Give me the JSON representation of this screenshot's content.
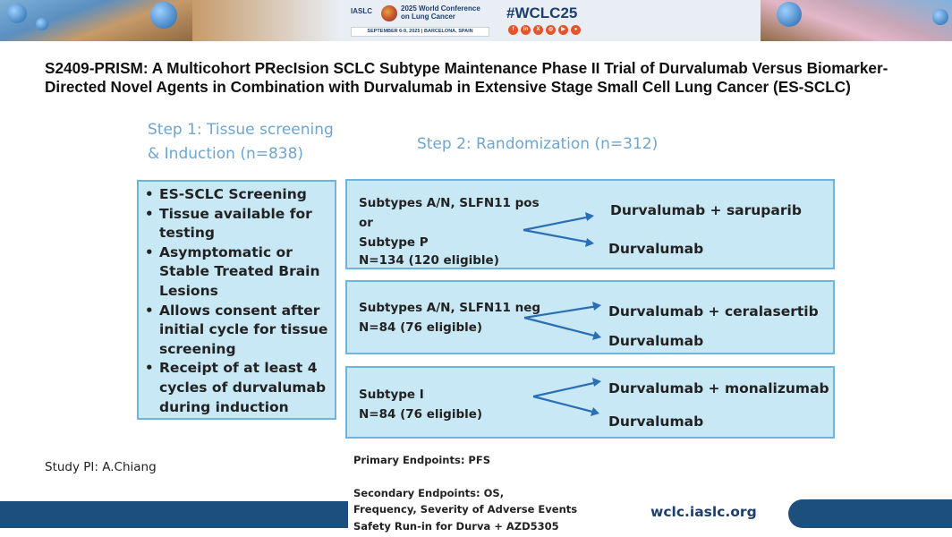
{
  "banner": {
    "org": "IASLC",
    "conference": "2025 World Conference on Lung Cancer",
    "date_location": "SEPTEMBER 6-9, 2025 | BARCELONA, SPAIN",
    "hashtag": "#WCLC25",
    "socials": [
      {
        "icon": "facebook-icon",
        "glyph": "f"
      },
      {
        "icon": "linkedin-icon",
        "glyph": "in"
      },
      {
        "icon": "x-icon",
        "glyph": "X"
      },
      {
        "icon": "instagram-icon",
        "glyph": "◎"
      },
      {
        "icon": "youtube-icon",
        "glyph": "▶"
      },
      {
        "icon": "wechat-icon",
        "glyph": "●"
      }
    ],
    "accent_color": "#e2562b"
  },
  "title": "S2409-PRISM: A Multicohort PRecIsion SCLC Subtype Maintenance Phase II  Trial of Durvalumab Versus Biomarker-Directed Novel Agents in Combination with Durvalumab in Extensive Stage Small Cell Lung Cancer (ES-SCLC)",
  "step1": {
    "line1": "Step 1: Tissue screening",
    "line2": "& Induction (n=838)"
  },
  "step2": "Step 2: Randomization (n=312)",
  "criteria": [
    "ES-SCLC Screening",
    "Tissue available for testing",
    "Asymptomatic or Stable Treated Brain Lesions",
    "Allows consent after initial cycle for tissue screening",
    "Receipt of at least 4 cycles of durvalumab during induction"
  ],
  "arms": [
    {
      "lines": [
        "Subtypes  A/N, SLFN11 pos",
        "or",
        "Subtype   P",
        "N=134 (120 eligible)"
      ],
      "outcomes": [
        "Durvalumab + saruparib",
        "Durvalumab"
      ]
    },
    {
      "lines": [
        "Subtypes  A/N, SLFN11 neg",
        "N=84 (76 eligible)"
      ],
      "outcomes": [
        "Durvalumab + ceralasertib",
        "Durvalumab"
      ]
    },
    {
      "lines": [
        "Subtype   I",
        "N=84 (76 eligible)"
      ],
      "outcomes": [
        "Durvalumab + monalizumab",
        "Durvalumab"
      ]
    }
  ],
  "study_pi": "Study PI: A.Chiang",
  "endpoints": {
    "primary": "Primary Endpoints: PFS",
    "secondary_1": "Secondary Endpoints: OS,",
    "secondary_2": "Frequency, Severity of Adverse Events",
    "safety": "Safety Run-in for Durva + AZD5305"
  },
  "website": "wclc.iaslc.org",
  "colors": {
    "box_fill": "#c9e8f5",
    "box_border": "#6cb5dc",
    "step_text": "#6fa5cf",
    "arrow": "#2a6fb5",
    "footer_bar": "#1d4f7c"
  }
}
